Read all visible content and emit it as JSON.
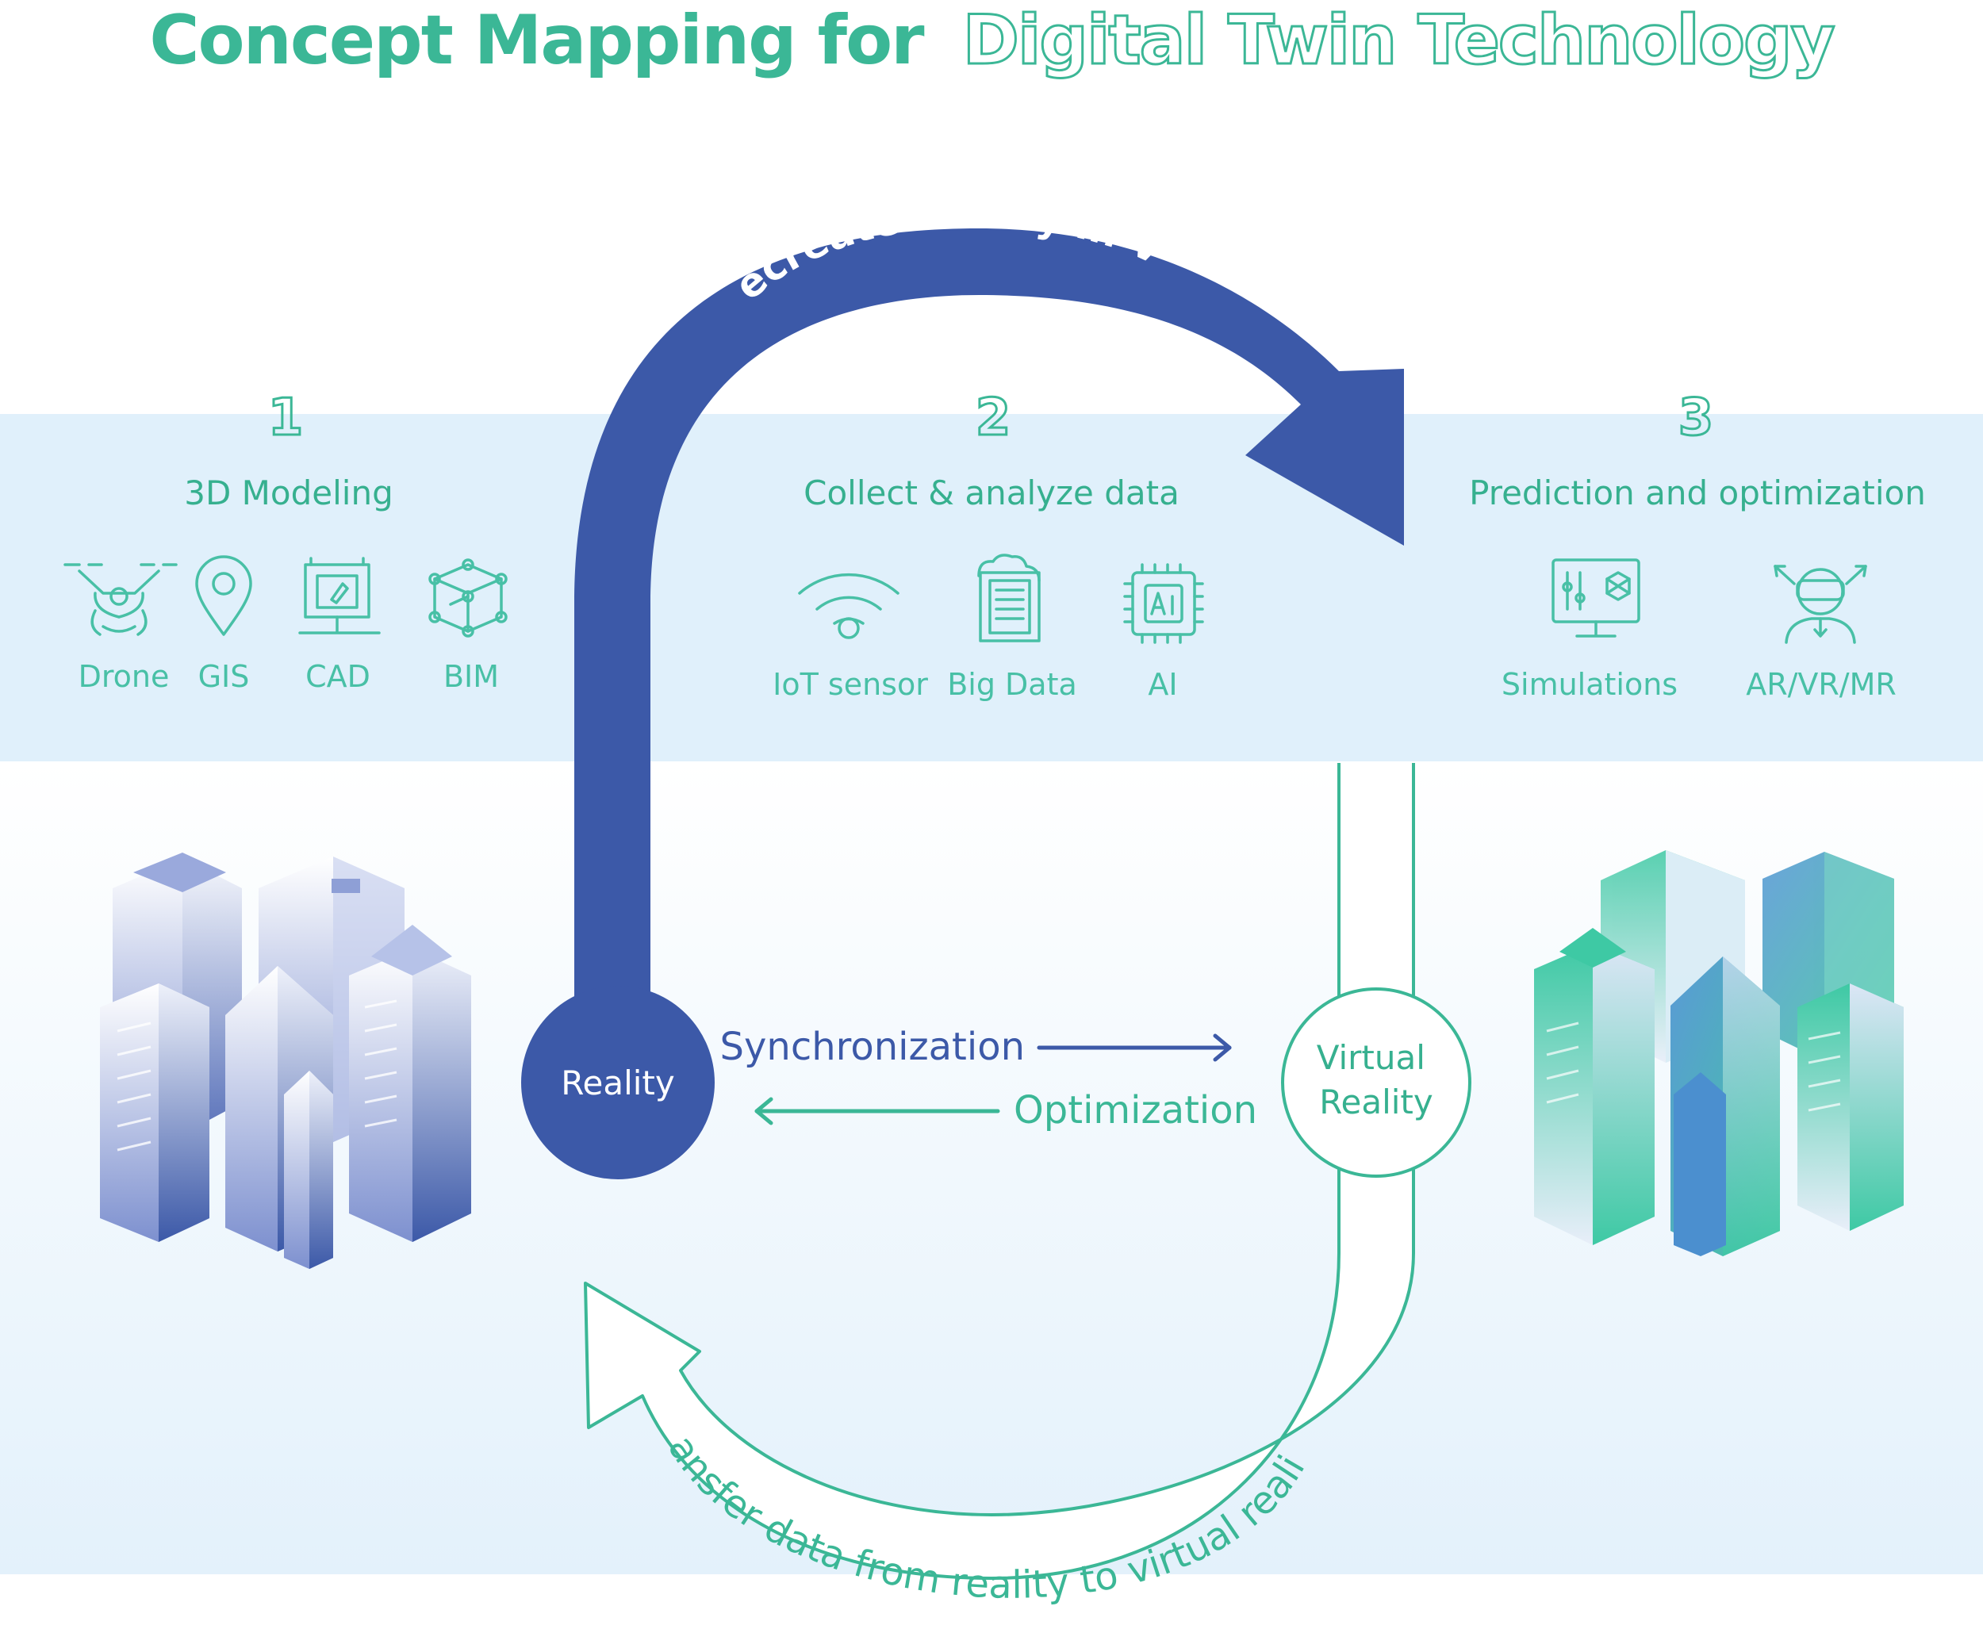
{
  "title": {
    "part1": "Concept Mapping for",
    "part2": "Digital Twin Technology"
  },
  "colors": {
    "navy": "#3c59a8",
    "teal": "#3bb796",
    "band": "#e0f0fb",
    "lower_band": "#e8f4fc"
  },
  "steps": [
    {
      "number": "1",
      "heading": "3D Modeling",
      "items": [
        {
          "label": "Drone",
          "icon": "drone-icon"
        },
        {
          "label": "GIS",
          "icon": "map-pin-icon"
        },
        {
          "label": "CAD",
          "icon": "drafting-board-icon"
        },
        {
          "label": "BIM",
          "icon": "cube-network-icon"
        }
      ]
    },
    {
      "number": "2",
      "heading": "Collect & analyze data",
      "items": [
        {
          "label": "IoT sensor",
          "icon": "wifi-icon"
        },
        {
          "label": "Big Data",
          "icon": "cloud-server-icon"
        },
        {
          "label": "AI",
          "icon": "ai-chip-icon"
        }
      ]
    },
    {
      "number": "3",
      "heading": "Prediction and optimization",
      "items": [
        {
          "label": "Simulations",
          "icon": "monitor-simulation-icon"
        },
        {
          "label": "AR/VR/MR",
          "icon": "vr-headset-icon"
        }
      ]
    }
  ],
  "cycle": {
    "top_arrow": "Recreate reality in VR",
    "bottom_arrow": "Transfer data from reality to virtual reality",
    "reality": "Reality",
    "virtual_line1": "Virtual",
    "virtual_line2": "Reality",
    "synchronization": "Synchronization",
    "optimization": "Optimization"
  }
}
